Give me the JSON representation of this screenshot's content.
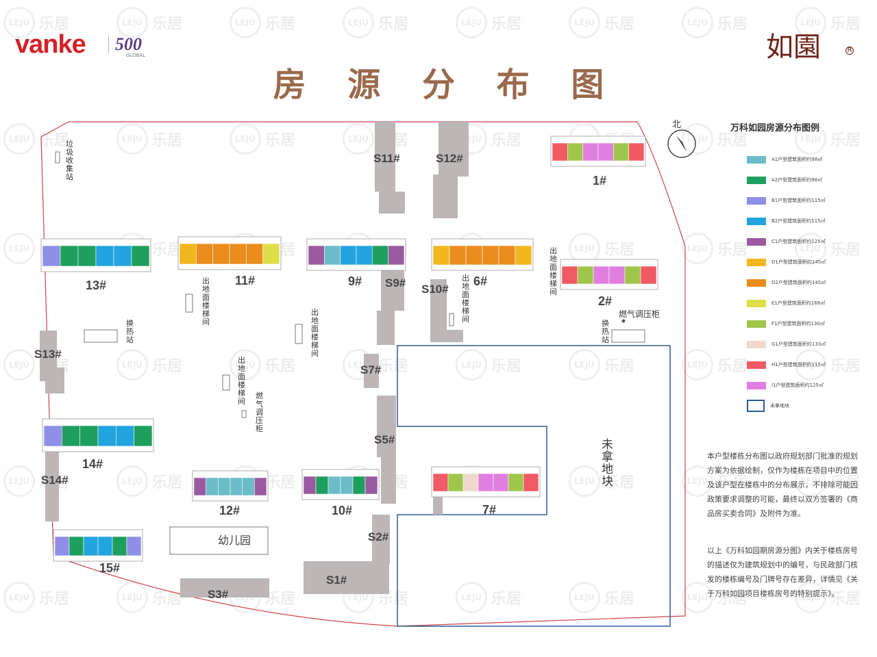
{
  "header": {
    "brand_name": "vanke",
    "brand_500": "500",
    "brand_500_sub": "GLOBAL",
    "project_logo": "如園",
    "registered_mark": "R",
    "title": "房 源 分 布 图"
  },
  "watermark": {
    "circle": "LEJU",
    "text": "乐居"
  },
  "compass": {
    "label": "北"
  },
  "buildings": [
    {
      "id": "1#",
      "label": "1#"
    },
    {
      "id": "2#",
      "label": "2#"
    },
    {
      "id": "6#",
      "label": "6#"
    },
    {
      "id": "7#",
      "label": "7#"
    },
    {
      "id": "9#",
      "label": "9#"
    },
    {
      "id": "10#",
      "label": "10#"
    },
    {
      "id": "11#",
      "label": "11#"
    },
    {
      "id": "12#",
      "label": "12#"
    },
    {
      "id": "13#",
      "label": "13#"
    },
    {
      "id": "14#",
      "label": "14#"
    },
    {
      "id": "15#",
      "label": "15#"
    }
  ],
  "commercial": [
    "S1#",
    "S2#",
    "S3#",
    "S5#",
    "S7#",
    "S9#",
    "S10#",
    "S11#",
    "S12#",
    "S13#",
    "S14#"
  ],
  "facilities": {
    "garbage": "垃圾收集站",
    "heat_station": "换热站",
    "stair_exit": "出地面楼梯间",
    "gas_regulator": "燃气调压柜",
    "kindergarten": "幼儿园",
    "unacquired_plot": "未拿地块"
  },
  "legend": {
    "title": "万科如园房源分布图例",
    "items": [
      {
        "label": "A1户型建筑面积约98㎡",
        "color": "#6bbcc8"
      },
      {
        "label": "A2户型建筑面积约98㎡",
        "color": "#1e9f5e"
      },
      {
        "label": "B1户型建筑面积约115㎡",
        "color": "#8f8fe8"
      },
      {
        "label": "B2户型建筑面积约115㎡",
        "color": "#22a4df"
      },
      {
        "label": "C1户型建筑面积约125㎡",
        "color": "#9a5aa0"
      },
      {
        "label": "D1户型建筑面积约145㎡",
        "color": "#f2b71e"
      },
      {
        "label": "D2户型建筑面积约145㎡",
        "color": "#ea8d1c"
      },
      {
        "label": "E1户型建筑面积约168㎡",
        "color": "#dede48"
      },
      {
        "label": "F1户型建筑面积约130㎡",
        "color": "#9fc64b"
      },
      {
        "label": "G1户型建筑面积约133㎡",
        "color": "#f0d9cc"
      },
      {
        "label": "H1户型建筑面积约115㎡",
        "color": "#ef5a64"
      },
      {
        "label": "I1户型建筑面积约125㎡",
        "color": "#e07fe0"
      },
      {
        "label": "未拿地块",
        "color": "#2b5a9a"
      }
    ]
  },
  "notes": {
    "note1": "本户型楼栋分布图以政府规划部门批准的规划方案为依据绘制，仅作为楼栋在项目中的位置及该户型在楼栋中的分布展示，不排除可能因政策要求调整的可能，最终以双方签署的《商品房买卖合同》及附件为准。",
    "note2": "以上《万科如园期房源分图》内关于楼栋房号的描述仅为建筑规划中的编号，与民政部门核发的楼栋编号及门牌号存在差异，详情见《关于万科如园项目楼栋房号的特别提示》。"
  }
}
